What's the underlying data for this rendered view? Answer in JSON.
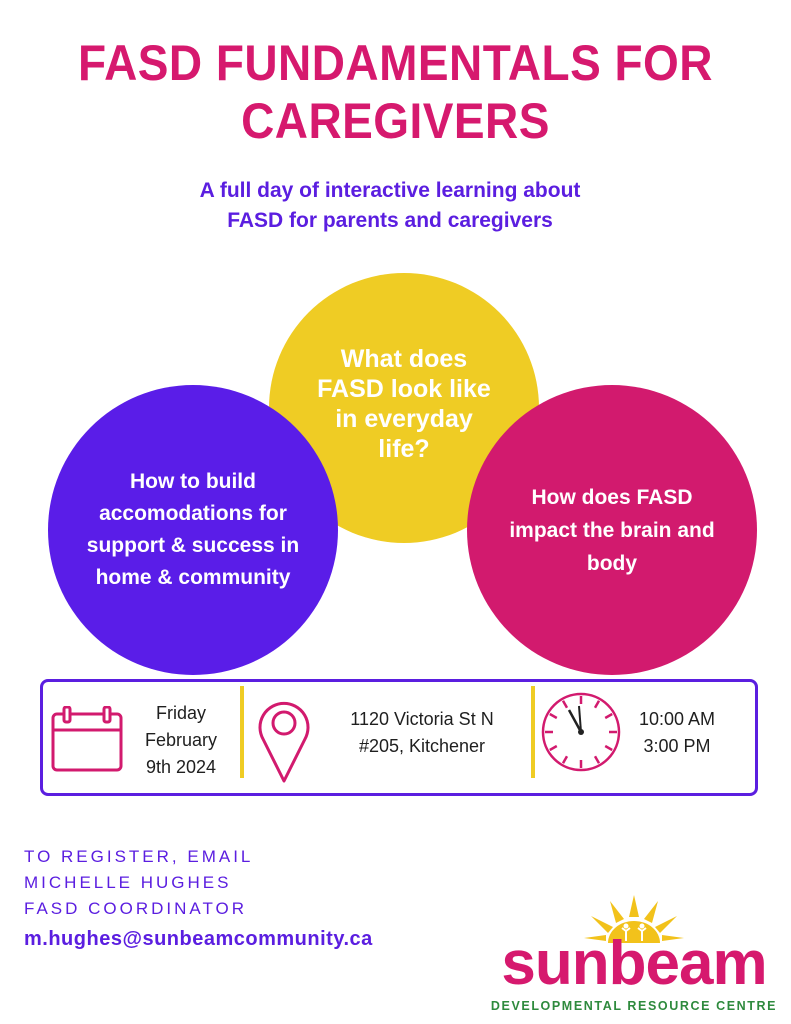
{
  "header": {
    "title_line1": "FASD FUNDAMENTALS FOR",
    "title_line2": "CAREGIVERS",
    "subtitle": "A full day of interactive learning about FASD for parents and caregivers"
  },
  "topics": {
    "everyday": "What does FASD look like in everyday life?",
    "accommodations": "How to build accomodations for support & success in home & community",
    "brain_body": "How does FASD impact the brain and body"
  },
  "event": {
    "date_line1": "Friday",
    "date_line2": "February",
    "date_line3": "9th 2024",
    "address_line1": "1120 Victoria St N",
    "address_line2": "#205, Kitchener",
    "time_start": "10:00 AM",
    "time_end": "3:00 PM"
  },
  "register": {
    "line1": "TO REGISTER, EMAIL",
    "line2": "MICHELLE HUGHES",
    "line3": "FASD COORDINATOR",
    "email": "m.hughes@sunbeamcommunity.ca"
  },
  "logo": {
    "word": "sunbeam",
    "tagline": "DEVELOPMENTAL RESOURCE CENTRE"
  },
  "colors": {
    "pink": "#d6196e",
    "purple": "#5b1ee0",
    "yellow": "#efcc24",
    "green": "#2e8a3d"
  },
  "icons": [
    "calendar-icon",
    "location-pin-icon",
    "clock-icon",
    "sunburst-logo-icon"
  ]
}
